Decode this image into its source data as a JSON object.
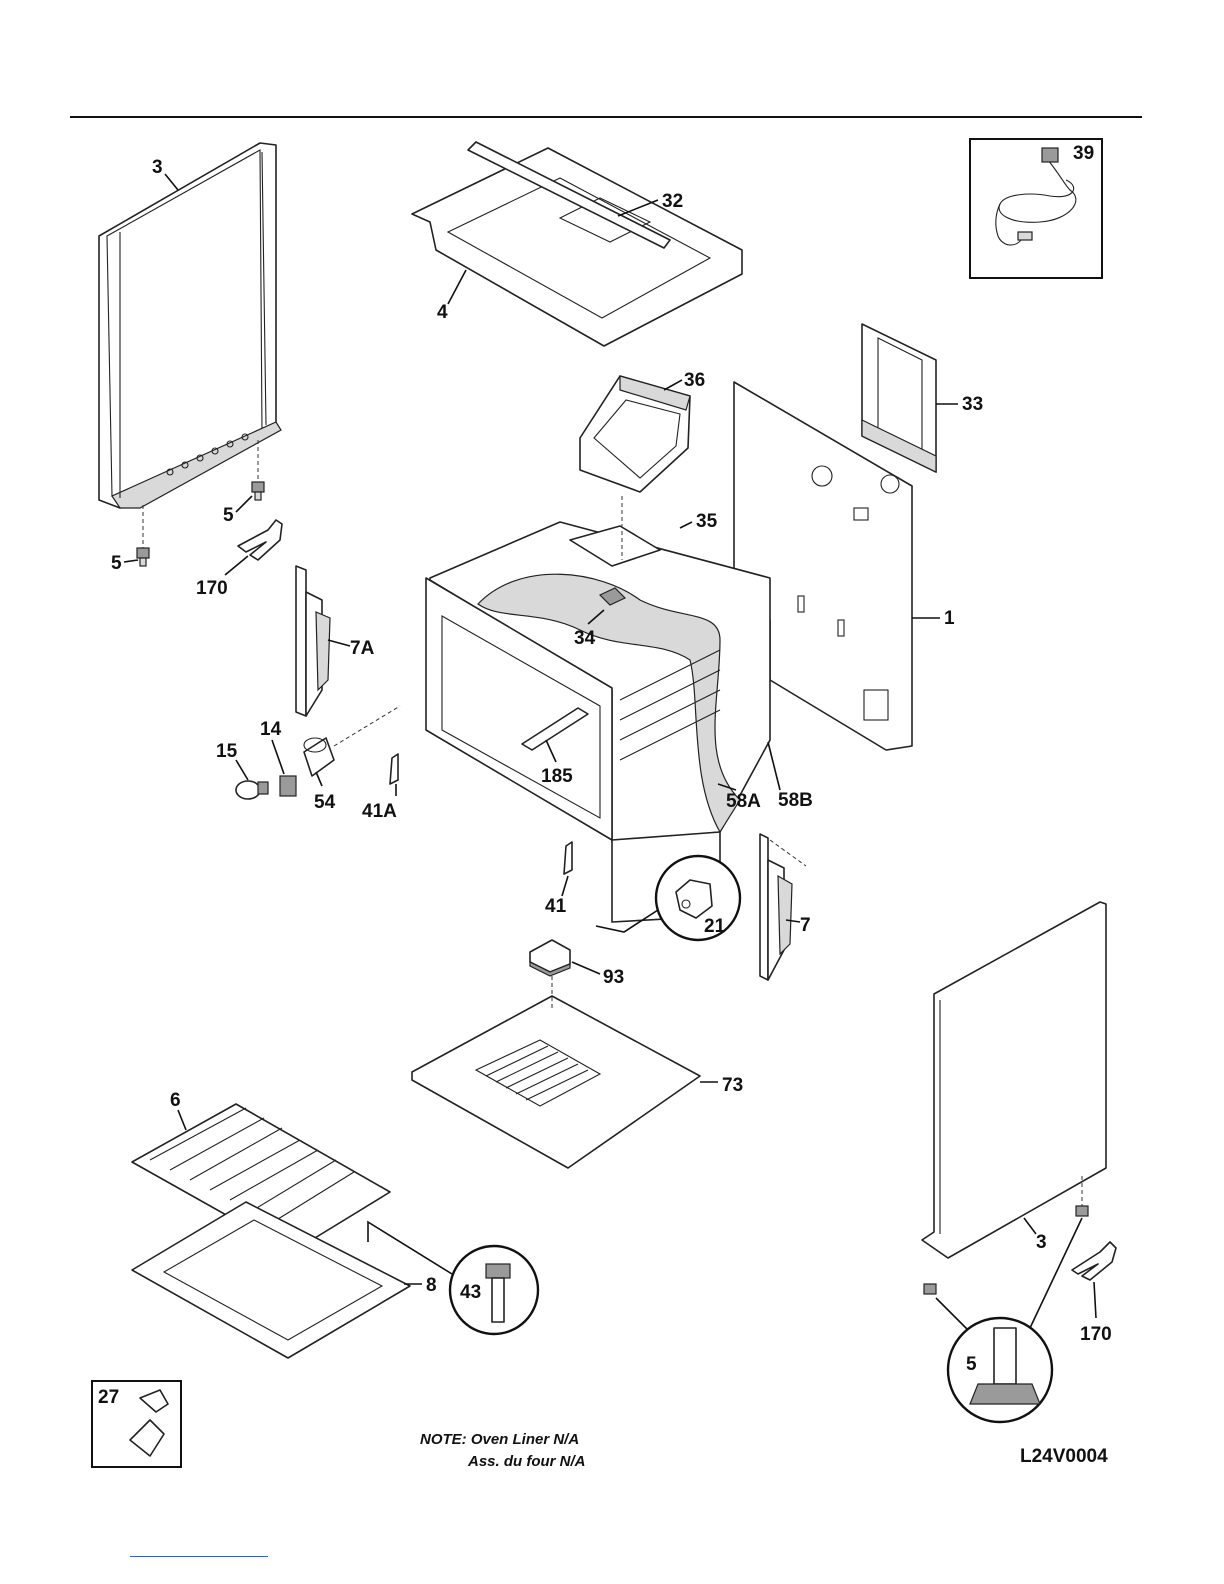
{
  "diagram_code": "L24V0004",
  "note": {
    "line1": "NOTE: Oven Liner N/A",
    "line2": "Ass. du four N/A"
  },
  "callouts": {
    "p3_left": "3",
    "p32": "32",
    "p4": "4",
    "p39": "39",
    "p36": "36",
    "p33": "33",
    "p5_upper": "5",
    "p5_lower": "5",
    "p170_left": "170",
    "p35": "35",
    "p1": "1",
    "p34": "34",
    "p7A": "7A",
    "p14": "14",
    "p15": "15",
    "p54": "54",
    "p41A": "41A",
    "p185": "185",
    "p58A": "58A",
    "p58B": "58B",
    "p41": "41",
    "p21": "21",
    "p7": "7",
    "p93": "93",
    "p73": "73",
    "p6": "6",
    "p8": "8",
    "p43": "43",
    "p3_right": "3",
    "p170_right": "170",
    "p5_detail": "5",
    "p27": "27"
  },
  "colors": {
    "line": "#222222",
    "background": "#ffffff",
    "link": "#3a5fcd"
  }
}
